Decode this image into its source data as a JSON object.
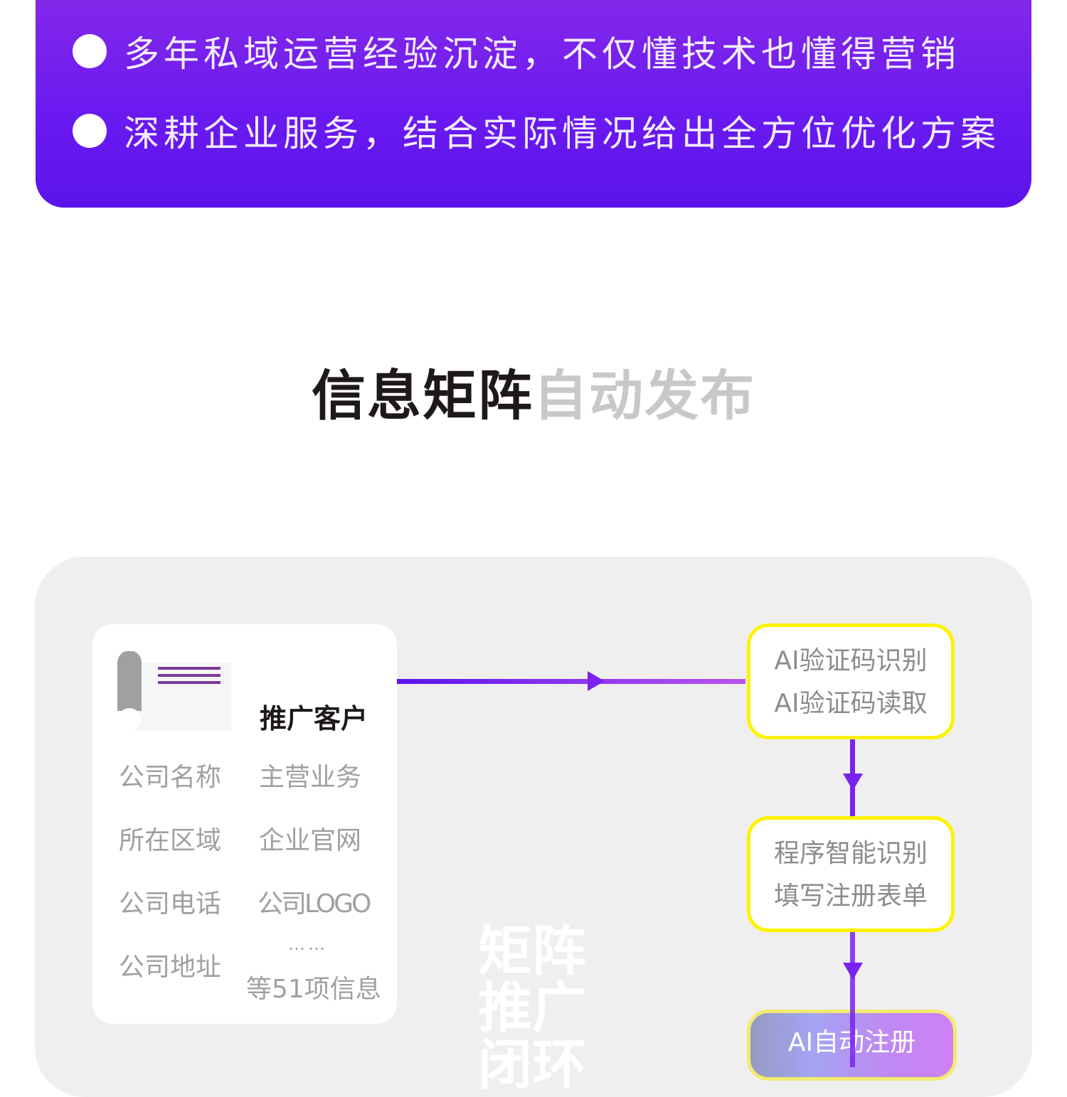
{
  "banner": {
    "bullets": [
      "多年私域运营经验沉淀，不仅懂技术也懂得营销",
      "深耕企业服务，结合实际情况给出全方位优化方案"
    ]
  },
  "section": {
    "title_dark": "信息矩阵",
    "title_light": "自动发布"
  },
  "card": {
    "title": "推广客户",
    "fields": [
      "公司名称",
      "主营业务",
      "所在区域",
      "企业官网",
      "公司电话",
      "公司LOGO",
      "公司地址"
    ],
    "ellipsis": "……",
    "more": "等51项信息"
  },
  "center_text": [
    "矩阵",
    "推广",
    "闭环"
  ],
  "flow": {
    "step1": [
      "AI验证码识别",
      "AI验证码读取"
    ],
    "step2": [
      "程序智能识别",
      "填写注册表单"
    ],
    "step3": "AI自动注册"
  },
  "colors": {
    "purple": "#6a1af0",
    "yellow": "#fff200"
  }
}
